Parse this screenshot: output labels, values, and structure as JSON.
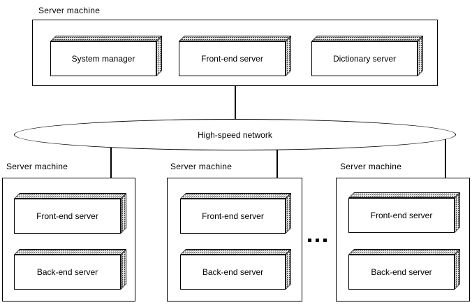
{
  "top_group": {
    "label": "Server machine",
    "boxes": [
      {
        "label": "System manager"
      },
      {
        "label": "Front-end server"
      },
      {
        "label": "Dictionary server"
      }
    ]
  },
  "network": {
    "label": "High-speed network"
  },
  "groups": [
    {
      "label": "Server machine",
      "boxes": [
        {
          "label": "Front-end server"
        },
        {
          "label": "Back-end server"
        }
      ]
    },
    {
      "label": "Server machine",
      "boxes": [
        {
          "label": "Front-end server"
        },
        {
          "label": "Back-end server"
        }
      ]
    },
    {
      "label": "Server machine",
      "boxes": [
        {
          "label": "Front-end server"
        },
        {
          "label": "Back-end server"
        }
      ]
    }
  ],
  "ellipsis": "...",
  "colors": {
    "line": "#000000",
    "background": "#ffffff",
    "box_fill": "#ffffff"
  }
}
